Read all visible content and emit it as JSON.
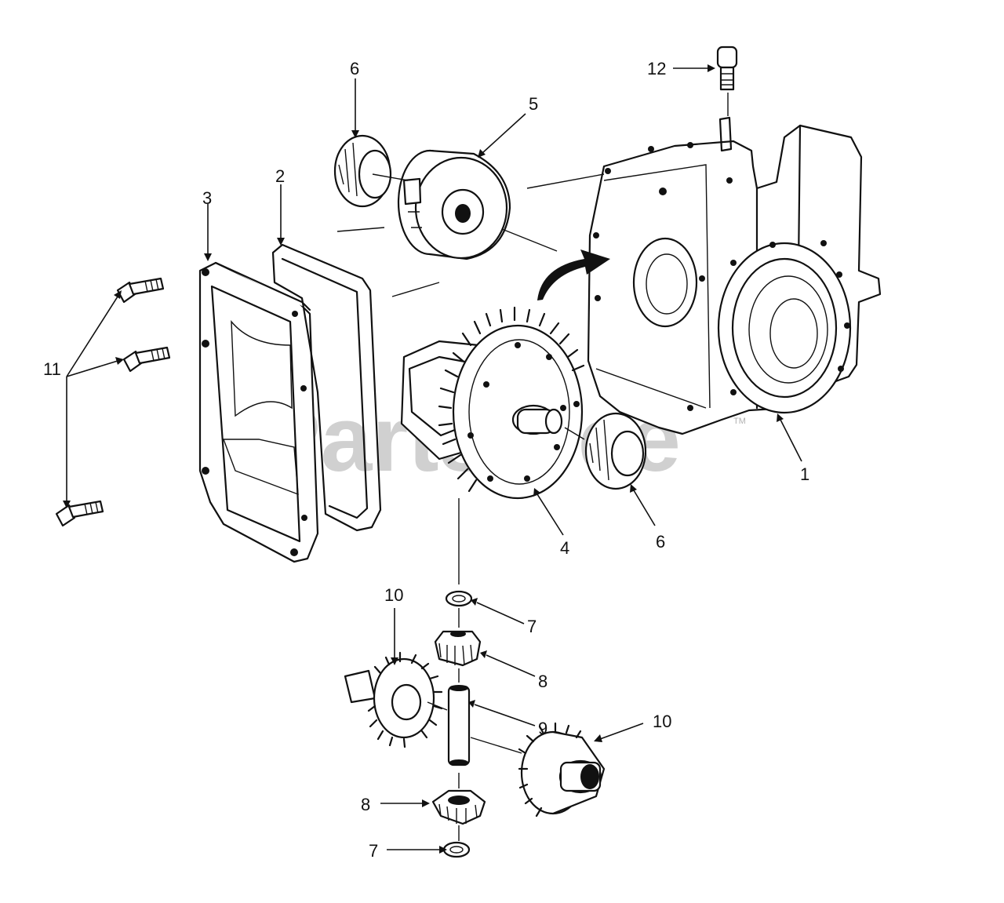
{
  "watermark": {
    "text": "PartsTree",
    "trademark": "TM"
  },
  "callouts": [
    {
      "id": "c12",
      "text": "12"
    },
    {
      "id": "c6a",
      "text": "6"
    },
    {
      "id": "c5",
      "text": "5"
    },
    {
      "id": "c2",
      "text": "2"
    },
    {
      "id": "c3",
      "text": "3"
    },
    {
      "id": "c11",
      "text": "11"
    },
    {
      "id": "c1",
      "text": "1"
    },
    {
      "id": "c4",
      "text": "4"
    },
    {
      "id": "c6b",
      "text": "6"
    },
    {
      "id": "c10a",
      "text": "10"
    },
    {
      "id": "c7a",
      "text": "7"
    },
    {
      "id": "c8a",
      "text": "8"
    },
    {
      "id": "c9",
      "text": "9"
    },
    {
      "id": "c10b",
      "text": "10"
    },
    {
      "id": "c8b",
      "text": "8"
    },
    {
      "id": "c7b",
      "text": "7"
    }
  ]
}
